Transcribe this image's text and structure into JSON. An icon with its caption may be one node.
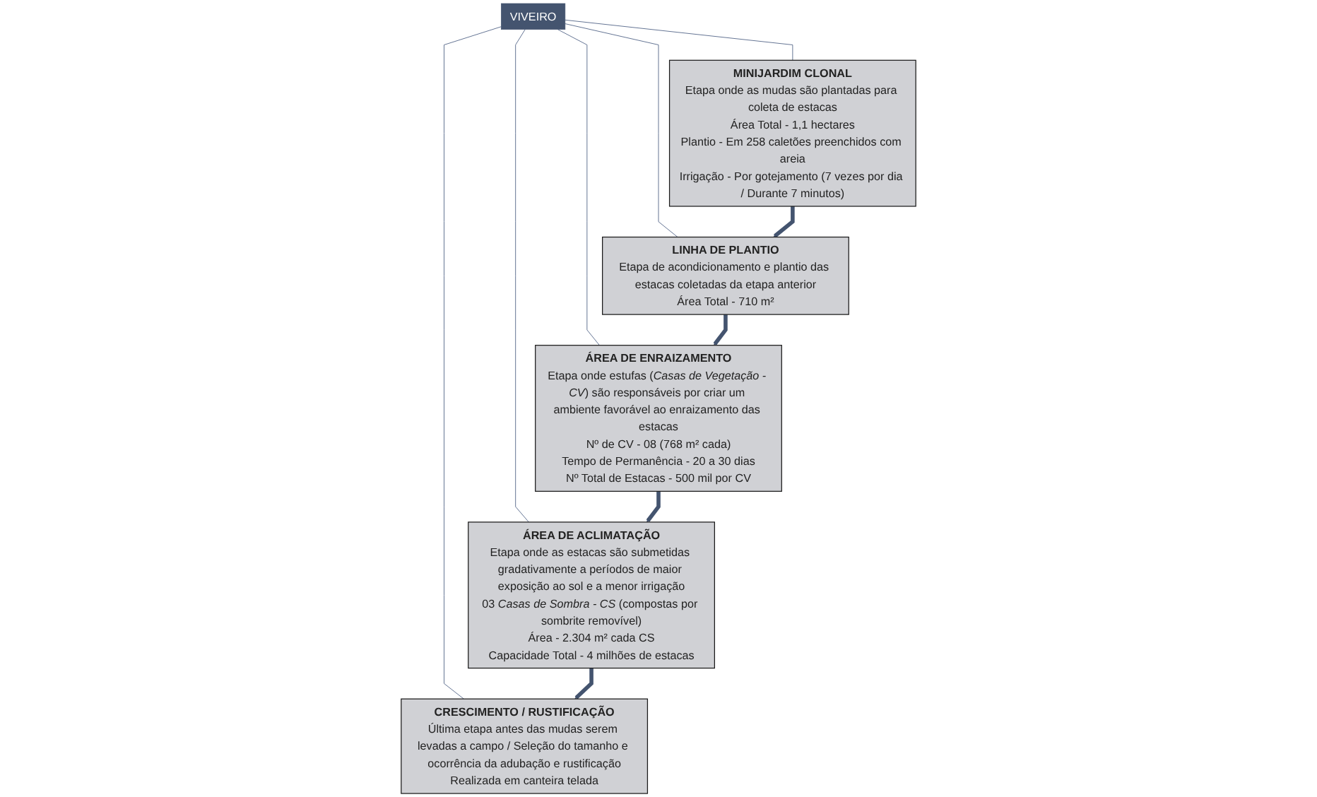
{
  "diagram": {
    "nodes": [
      {
        "text": [
          "VIVEIRO"
        ]
      },
      {
        "text": [
          "MINIJARDIM CLONAL",
          "Etapa onde as mudas são plantadas para coleta de estacas",
          "Área Total - 1,1 hectares",
          "Plantio - Em 258 caletões preenchidos com areia",
          "Irrigação - Por gotejamento (7 vezes por dia / Durante 7 minutos)"
        ]
      },
      {
        "text": [
          "LINHA DE PLANTIO",
          "Etapa de acondicionamento e plantio das estacas coletadas da etapa anterior",
          "Área Total - 710 m²"
        ]
      },
      {
        "text": [
          "ÁREA DE ENRAIZAMENTO",
          "Etapa onde estufas (*Casas de Vegetação - CV*) são responsáveis por criar um ambiente favorável ao enraizamento das estacas",
          "Nº de CV - 08 (768 m² cada)",
          "Tempo de Permanência - 20 a 30 dias",
          "Nº Total de Estacas - 500 mil por CV"
        ]
      },
      {
        "text": [
          "ÁREA DE ACLIMATAÇÃO",
          "Etapa onde as estacas são submetidas gradativamente a períodos de maior exposição ao sol e a menor irrigação",
          "03 *Casas de Sombra - CS* (compostas por sombrite removível)",
          "Área - 2.304 m² cada CS",
          "Capacidade Total - 4 milhões de estacas"
        ]
      },
      {
        "text": [
          "CRESCIMENTO / RUSTIFICAÇÃO",
          "Última etapa antes das mudas serem levadas a campo / Seleção do tamanho e ocorrência da adubação e rustificação",
          "Realizada em canteira telada"
        ]
      }
    ],
    "edges": [
      {
        "from": 0,
        "to": 1,
        "arrow": "none"
      },
      {
        "from": 0,
        "to": 2,
        "arrow": "none"
      },
      {
        "from": 0,
        "to": 3,
        "arrow": "none"
      },
      {
        "from": 0,
        "to": 4,
        "arrow": "none"
      },
      {
        "from": 0,
        "to": 5,
        "arrow": "none"
      },
      {
        "from": 1,
        "to": 2,
        "arrow": "to",
        "style": "thick"
      },
      {
        "from": 2,
        "to": 3,
        "arrow": "to",
        "style": "thick"
      },
      {
        "from": 3,
        "to": 4,
        "arrow": "to",
        "style": "thick"
      },
      {
        "from": 4,
        "to": 5,
        "arrow": "to",
        "style": "thick"
      }
    ]
  }
}
